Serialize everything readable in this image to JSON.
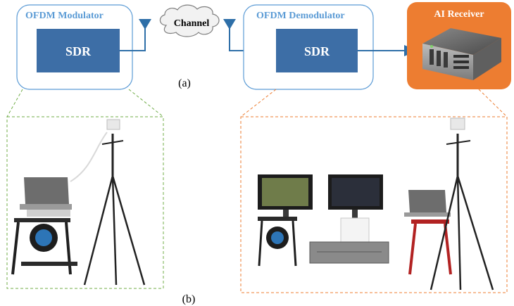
{
  "modulator": {
    "title": "OFDM  Modulator",
    "sdr_label": "SDR"
  },
  "demodulator": {
    "title": "OFDM  Demodulator",
    "sdr_label": "SDR"
  },
  "channel": {
    "label": "Channel"
  },
  "ai_receiver": {
    "title": "AI Receiver"
  },
  "captions": {
    "a": "(a)",
    "b": "(b)"
  },
  "colors": {
    "box_border": "#5b9bd5",
    "sdr_fill": "#3d6ea6",
    "ai_fill": "#ed7d31",
    "tx_dash": "#70ad47",
    "rx_dash": "#ed7d31",
    "link": "#2e6fa8"
  }
}
